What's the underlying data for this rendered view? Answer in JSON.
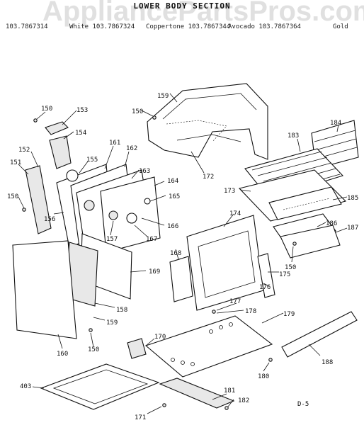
{
  "title": "LOWER BODY SECTION",
  "watermark": "AppliancePartsPros.com",
  "headers": [
    "103.7867314",
    "White 103.7867324",
    "Coppertone 103.7867344",
    "Avocado 103.7867364",
    "Gold"
  ],
  "footer": "D-5",
  "callouts": [
    "150",
    "153",
    "154",
    "152",
    "151",
    "155",
    "161",
    "162",
    "163",
    "164",
    "165",
    "150",
    "156",
    "157",
    "166",
    "167",
    "169",
    "158",
    "159",
    "160",
    "150",
    "159",
    "150",
    "172",
    "184",
    "183",
    "173",
    "185",
    "174",
    "168",
    "186",
    "187",
    "150",
    "175",
    "176",
    "177",
    "178",
    "179",
    "170",
    "188",
    "180",
    "403",
    "181",
    "182",
    "171"
  ]
}
